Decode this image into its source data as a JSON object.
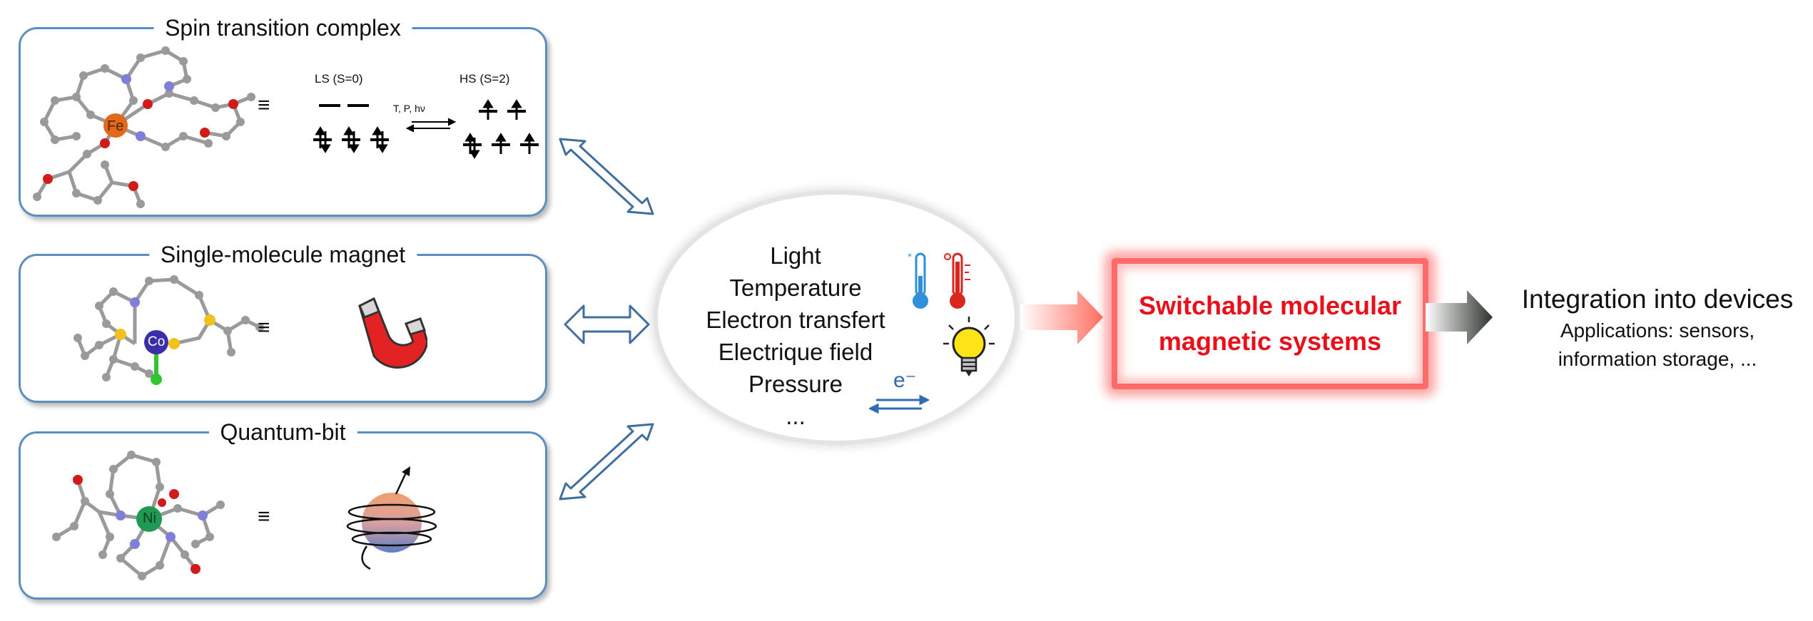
{
  "panels": [
    {
      "title": "Spin transition complex",
      "metal": "Fe",
      "equiv": "≡"
    },
    {
      "title": "Single-molecule magnet",
      "metal": "Co",
      "equiv": "≡"
    },
    {
      "title": "Quantum-bit",
      "metal": "Ni",
      "equiv": "≡"
    }
  ],
  "spin_diagram": {
    "ls_label": "LS (S=0)",
    "hs_label": "HS (S=2)",
    "stimuli_label": "T, P, hν"
  },
  "stimuli": [
    "Light",
    "Temperature",
    "Electron transfert",
    "Electrique field",
    "Pressure",
    "..."
  ],
  "electron_label": "e⁻",
  "result": {
    "line1": "Switchable molecular",
    "line2": "magnetic systems"
  },
  "integration": {
    "title": "Integration into devices",
    "line1": "Applications: sensors,",
    "line2": "information storage, ..."
  },
  "colors": {
    "panel_border": "#5b8fbf",
    "result_text": "#e8111b",
    "result_glow": "#ff6b6b",
    "fe": "#e06a1a",
    "co": "#3a2fa8",
    "ni": "#1f9a55",
    "arrow_outline": "#3f6f9e"
  }
}
